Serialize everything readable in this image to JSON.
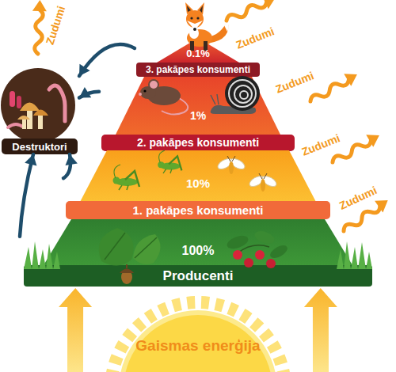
{
  "diagram": {
    "nodes": [
      {
        "text": [
          "0.1%",
          "3. pakāpes konsumenti"
        ]
      },
      {
        "text": [
          "1%",
          "2. pakāpes konsumenti"
        ]
      },
      {
        "text": [
          "10%",
          "1. pakāpes konsumenti"
        ]
      },
      {
        "text": [
          "100%",
          "Producenti"
        ]
      },
      {
        "text": [
          "Destruktori"
        ]
      },
      {
        "text": [
          "Gaismas enerģija"
        ]
      }
    ],
    "edges": [
      {
        "from": 0,
        "to": 4,
        "arrow": "to"
      },
      {
        "from": 1,
        "to": 4,
        "arrow": "to"
      },
      {
        "from": 2,
        "to": 4,
        "arrow": "to"
      },
      {
        "from": 3,
        "to": 4,
        "arrow": "to"
      },
      {
        "from": 5,
        "to": 3,
        "arrow": "to"
      },
      {
        "from": 5,
        "to": 3,
        "arrow": "to"
      }
    ],
    "labels": [
      "Zudumi",
      "Zudumi",
      "Zudumi",
      "Zudumi",
      "Zudumi"
    ]
  }
}
